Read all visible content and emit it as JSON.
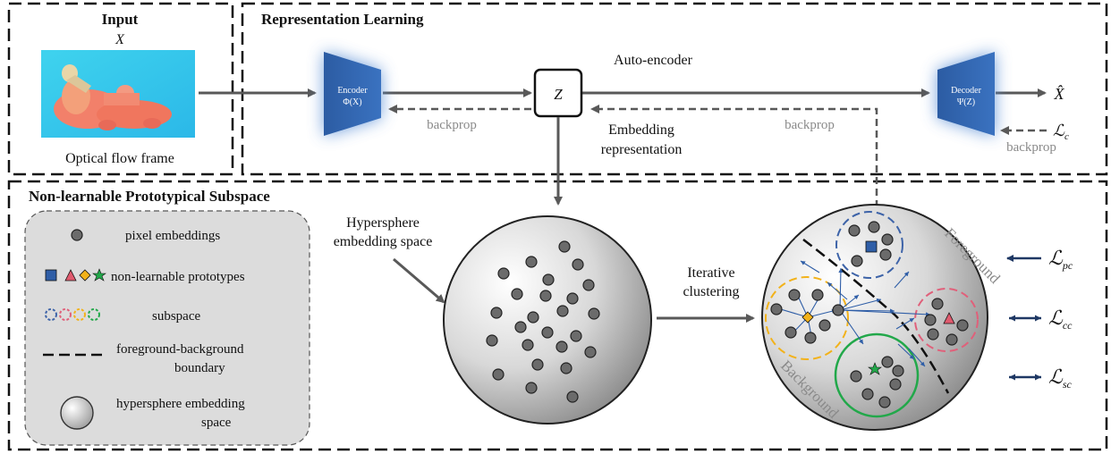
{
  "input": {
    "title": "Input",
    "symbol": "X",
    "caption": "Optical flow frame"
  },
  "representation": {
    "title": "Representation Learning",
    "autoencoder_label": "Auto-encoder",
    "encoder_name": "Encoder",
    "encoder_fn": "Φ(X)",
    "decoder_name": "Decoder",
    "decoder_fn": "Ψ(Z)",
    "latent": "Z",
    "output": "X̂",
    "backprop_1": "backprop",
    "backprop_2": "backprop",
    "backprop_3": "backprop",
    "embedding_line1": "Embedding",
    "embedding_line2": "representation",
    "loss_c": "ℒ",
    "loss_c_sub": "c"
  },
  "prototypical": {
    "title": "Non-learnable Prototypical Subspace",
    "hypersphere_line1": "Hypersphere",
    "hypersphere_line2": "embedding space",
    "iterative_line1": "Iterative",
    "iterative_line2": "clustering",
    "foreground": "Foreground",
    "background": "Background",
    "losses": [
      {
        "symbol": "ℒ",
        "sub": "pc"
      },
      {
        "symbol": "ℒ",
        "sub": "cc"
      },
      {
        "symbol": "ℒ",
        "sub": "sc"
      }
    ]
  },
  "legend": {
    "pixel": "pixel embeddings",
    "prototypes": "non-learnable prototypes",
    "subspace": "subspace",
    "boundary_line1": "foreground-background",
    "boundary_line2": "boundary",
    "hyper_line1": "hypersphere embedding",
    "hyper_line2": "space"
  },
  "colors": {
    "blue_accent": "#2f5ea7",
    "arrow_gray": "#595959",
    "subspace_blue": "#3d63a8",
    "subspace_red": "#e0607a",
    "subspace_yellow": "#f2b21a",
    "subspace_green": "#22a84a",
    "loss_arrow": "#1f3864"
  }
}
